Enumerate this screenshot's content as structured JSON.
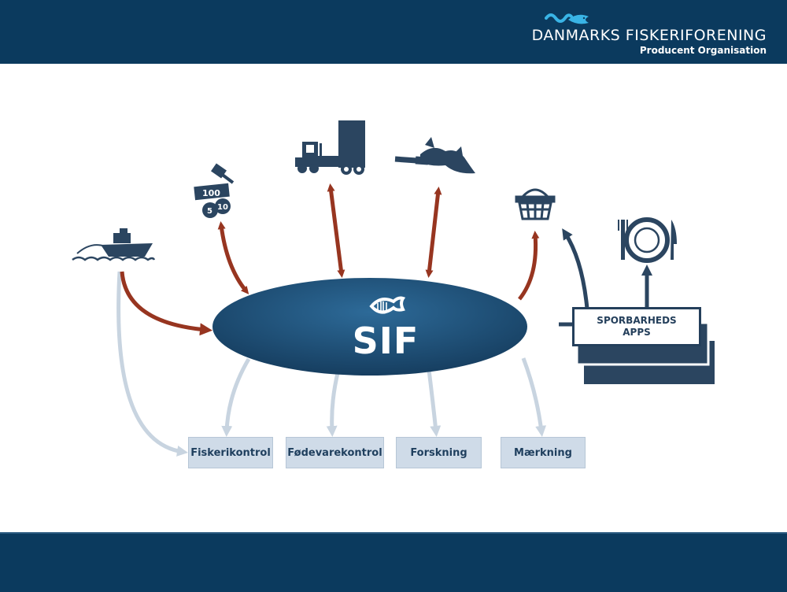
{
  "header": {
    "brand_name": "DANMARKS FISKERIFORENING",
    "brand_sub": "Producent Organisation",
    "color": "#0b3a5e"
  },
  "diagram": {
    "center_label": "SIF",
    "apps_line1": "SPORBARHEDS",
    "apps_line2": "APPS",
    "bottom_boxes": [
      "Fiskerikontrol",
      "Fødevarekontrol",
      "Forskning",
      "Mærkning"
    ],
    "auction_numbers": [
      "100",
      "5",
      "10"
    ],
    "icons": [
      "boat-icon",
      "auction-icon",
      "truck-icon",
      "fish-knife-icon",
      "basket-icon",
      "plate-icon",
      "fish-logo-icon"
    ],
    "colors": {
      "red_arrow": "#973520",
      "light_arrow": "#c8d4e0",
      "dark_arrow": "#2b4560",
      "ellipse": "#1e4f76",
      "icon": "#2b4560"
    }
  }
}
